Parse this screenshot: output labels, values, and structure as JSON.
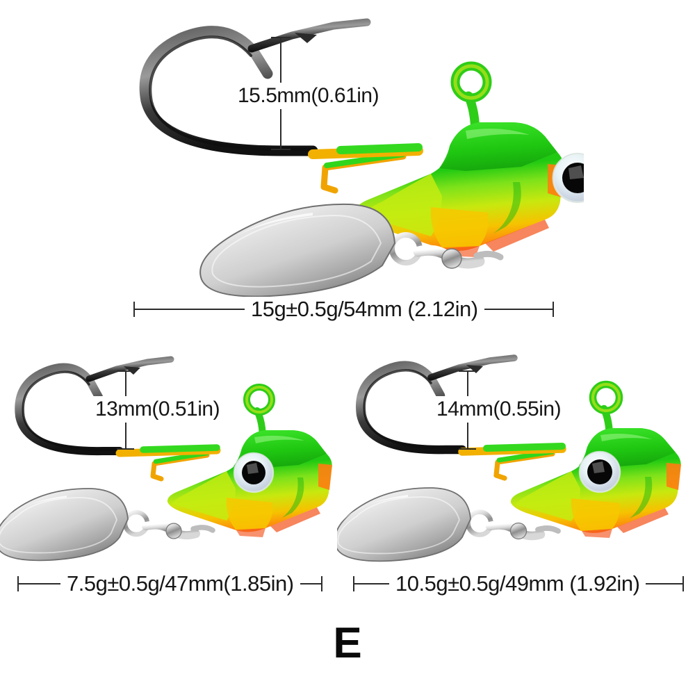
{
  "page": {
    "background_color": "#ffffff",
    "variant_letter": "E"
  },
  "palette": {
    "head_green": "#20cc15",
    "head_green_light": "#49e838",
    "head_chartreuse": "#b6ea17",
    "head_yellow": "#f5c400",
    "head_orange": "#ff7a10",
    "head_orange_deep": "#f4511e",
    "blade_silver_light": "#f2f2f2",
    "blade_silver_mid": "#c9c9c9",
    "blade_silver_dark": "#8a8a8a",
    "hook_dark": "#1d1d1d",
    "hook_gray": "#8f8f8f",
    "eye_pupil": "#060606",
    "eye_ring": "#e8eef0",
    "dim_line": "#2b2b2b",
    "text": "#161616"
  },
  "products": [
    {
      "id": "lure-large",
      "name": "jig-head-spinner-15g",
      "height_label": "15.5mm(0.61in)",
      "spec_label": "15g±0.5g/54mm (2.12in)",
      "height_mm": 15.5,
      "height_in": 0.61,
      "weight_g": 15,
      "weight_tolerance_g": 0.5,
      "length_mm": 54,
      "length_in": 2.12
    },
    {
      "id": "lure-small",
      "name": "jig-head-spinner-7-5g",
      "height_label": "13mm(0.51in)",
      "spec_label": "7.5g±0.5g/47mm(1.85in)",
      "height_mm": 13,
      "height_in": 0.51,
      "weight_g": 7.5,
      "weight_tolerance_g": 0.5,
      "length_mm": 47,
      "length_in": 1.85
    },
    {
      "id": "lure-medium",
      "name": "jig-head-spinner-10-5g",
      "height_label": "14mm(0.55in)",
      "spec_label": "10.5g±0.5g/49mm (1.92in)",
      "height_mm": 14,
      "height_in": 0.55,
      "weight_g": 10.5,
      "weight_tolerance_g": 0.5,
      "length_mm": 49,
      "length_in": 1.92
    }
  ]
}
